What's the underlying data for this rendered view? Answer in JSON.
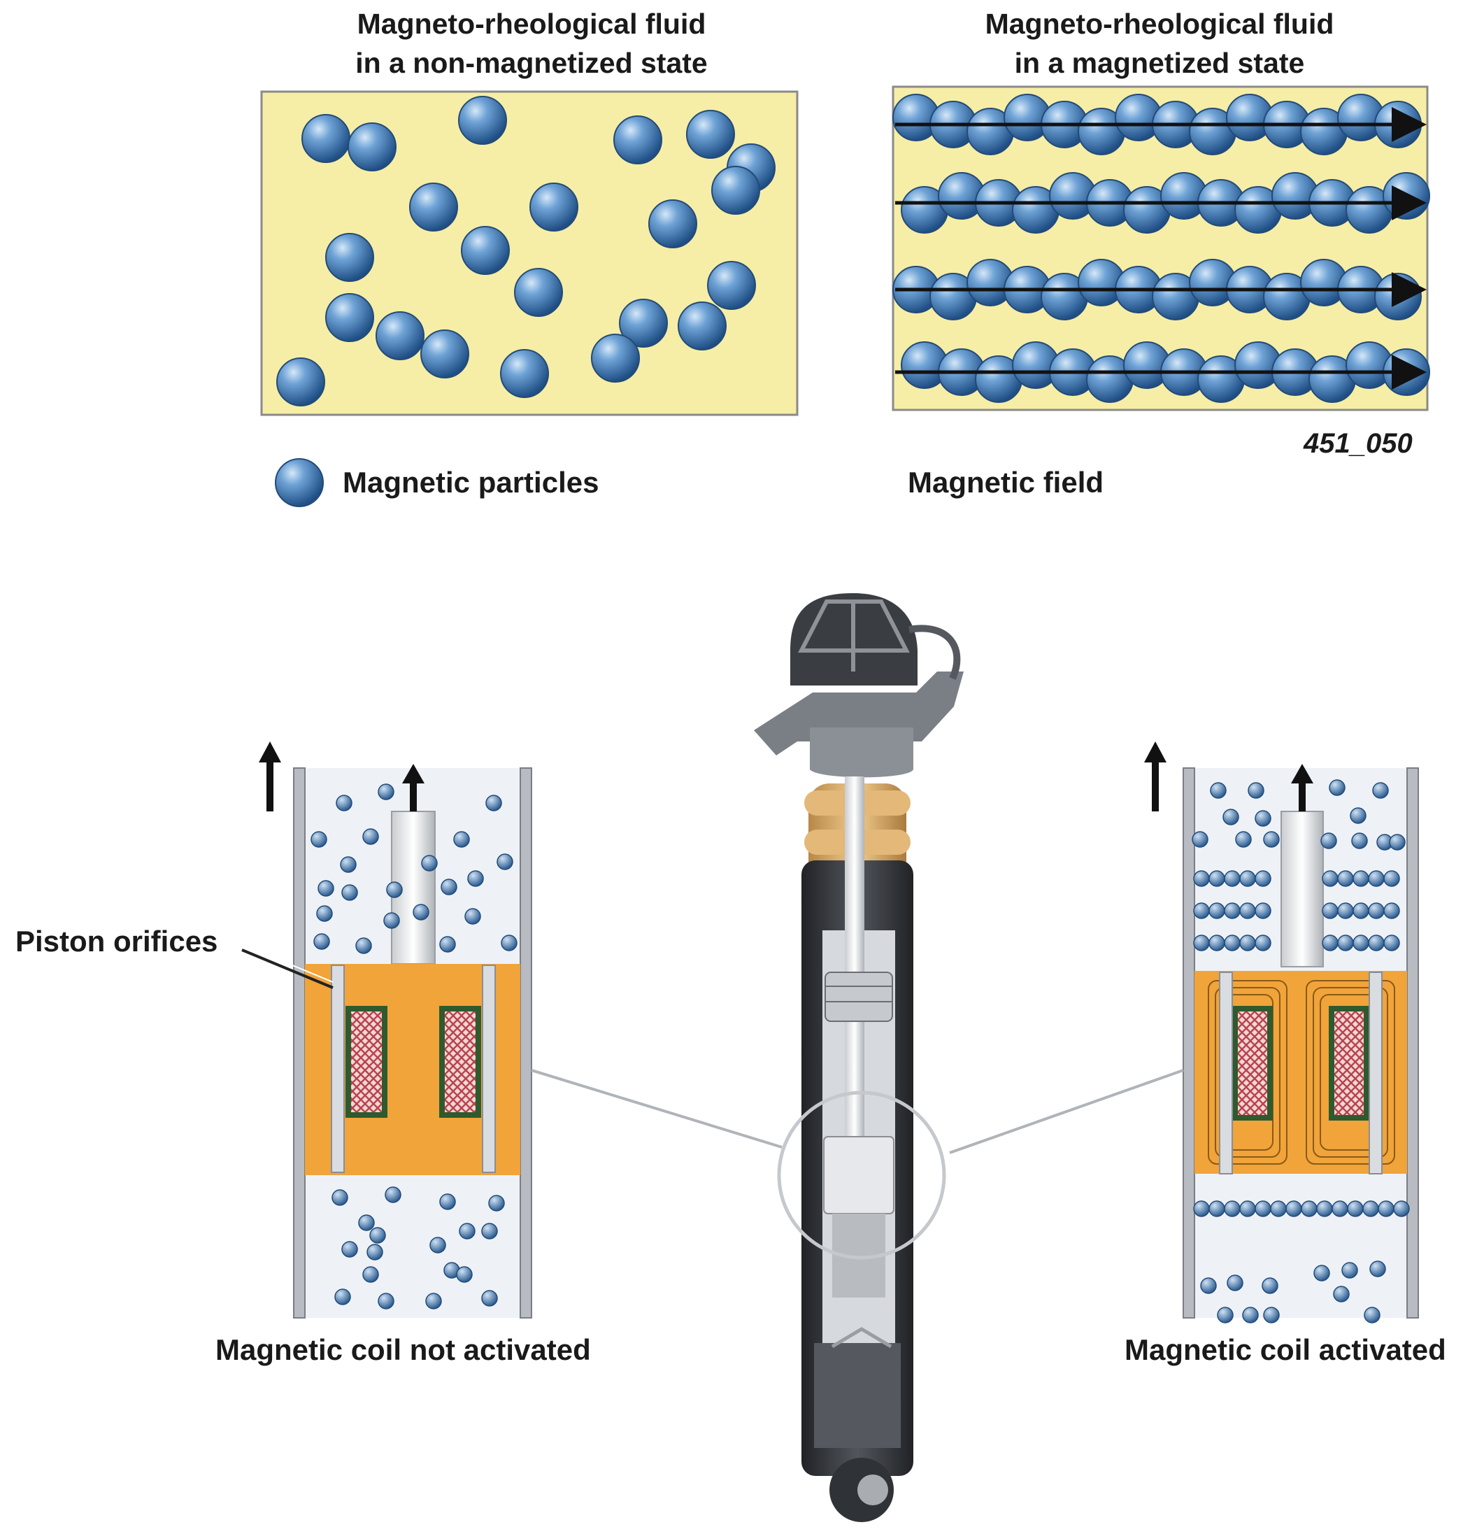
{
  "top": {
    "left_title_line1": "Magneto-rheological fluid",
    "left_title_line2": "in a non-magnetized state",
    "right_title_line1": "Magneto-rheological fluid",
    "right_title_line2": "in a magnetized state",
    "figure_code": "451_050",
    "legend_particles": "Magnetic particles",
    "legend_field": "Magnetic field"
  },
  "bottom": {
    "piston_orifices": "Piston orifices",
    "coil_not_activated": "Magnetic coil not activated",
    "coil_activated": "Magnetic coil activated"
  },
  "colors": {
    "fluid": "#f6eea6",
    "particle": "#4a84c0",
    "piston": "#f0a43a",
    "coil": "#c85560",
    "damper_body": "#3a3d42",
    "bellow": "#d9a867"
  }
}
